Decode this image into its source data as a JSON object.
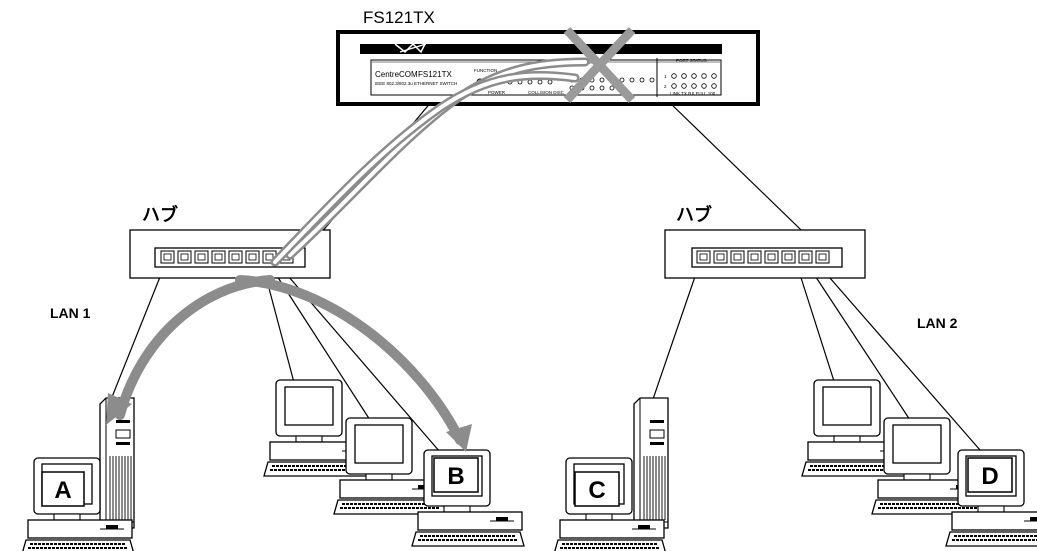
{
  "switch": {
    "label": "FS121TX",
    "brand": "CentreCOM",
    "model": "FS121TX",
    "subtitle": "IEEE 802.3/802.3u ETHERNET SWITCH",
    "function_label": "FUNCTION",
    "power_label": "POWER",
    "collision_label": "COLLISION  DISC",
    "port_status_label": "PORT STATUS",
    "port_status_left_label": "PORT STATUS",
    "legend": "LINK  TX  RX  FULL  100",
    "row1": "1",
    "row2": "2",
    "failed": true
  },
  "hubs": [
    {
      "label": "ハブ"
    },
    {
      "label": "ハブ"
    }
  ],
  "lans": [
    {
      "label": "LAN 1"
    },
    {
      "label": "LAN 2"
    }
  ],
  "computers": [
    {
      "label": "A"
    },
    {
      "label": "B"
    },
    {
      "label": "C"
    },
    {
      "label": "D"
    }
  ],
  "colors": {
    "line": "#000000",
    "path_arrow": "#8c8c8c",
    "cross": "#9a9a9a",
    "fill": "#ffffff"
  }
}
